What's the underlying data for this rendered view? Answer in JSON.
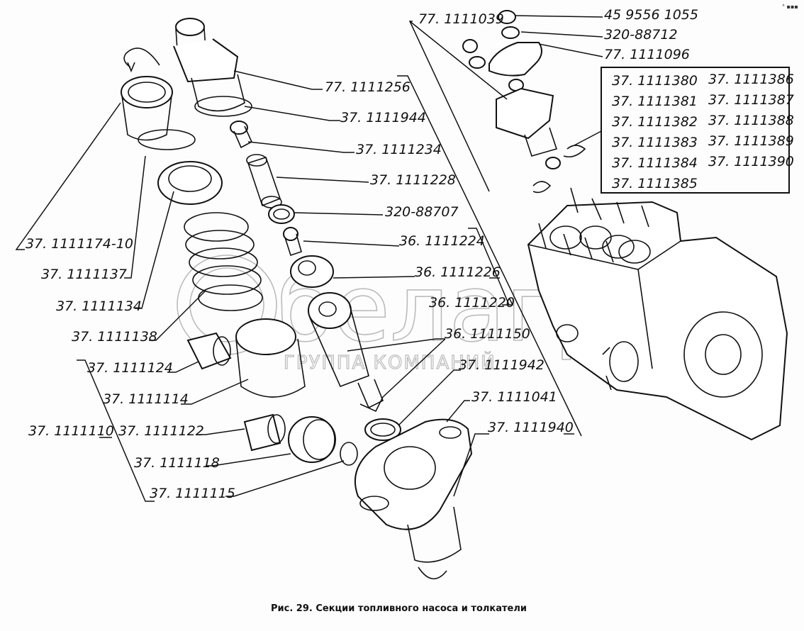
{
  "caption": "Рис. 29. Секции топливного насоса и толкатели",
  "watermark": {
    "main": "белагро",
    "sub": "ГРУППА КОМПАНИЙ"
  },
  "corner_mark": "° ▪▪▪",
  "labels": {
    "p77_1111039": "77. 1111039",
    "p45_9556_1055": "45 9556 1055",
    "p320_88712": "320-88712",
    "p77_1111096": "77. 1111096",
    "p77_1111256": "77. 1111256",
    "p37_1111944": "37. 1111944",
    "p37_1111234": "37. 1111234",
    "p37_1111228": "37. 1111228",
    "p320_88707": "320-88707",
    "p36_1111224": "36. 1111224",
    "p36_1111226": "36. 1111226",
    "p36_1111220": "36. 1111220",
    "p36_1111150": "36. 1111150",
    "p37_1111942": "37. 1111942",
    "p37_1111041": "37. 1111041",
    "p37_1111940": "37. 1111940",
    "p37_1111174_10": "37. 1111174-10",
    "p37_1111137": "37. 1111137",
    "p37_1111134": "37. 1111134",
    "p37_1111138": "37. 1111138",
    "p37_1111124": "37. 1111124",
    "p37_1111114": "37. 1111114",
    "p37_1111110": "37. 1111110",
    "p37_1111122": "37. 1111122",
    "p37_1111118": "37. 1111118",
    "p37_1111115": "37. 1111115"
  },
  "box_labels": [
    "37. 1111380",
    "37. 1111386",
    "37. 1111381",
    "37. 1111387",
    "37. 1111382",
    "37. 1111388",
    "37. 1111383",
    "37. 1111389",
    "37. 1111384",
    "37. 1111390",
    "37. 1111385"
  ]
}
